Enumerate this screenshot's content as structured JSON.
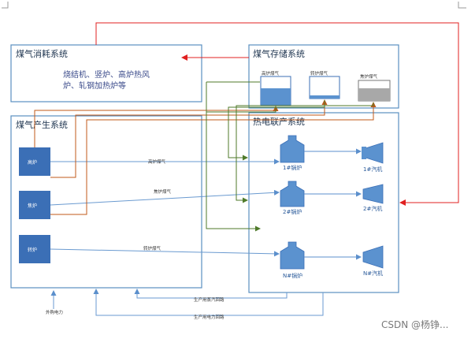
{
  "consume": {
    "title": "煤气消耗系统",
    "line1": "烧结机、竖炉、高炉热风",
    "line2": "炉、轧钢加热炉等"
  },
  "storage": {
    "title": "煤气存储系统",
    "tank1": "高炉煤气",
    "tank2": "转炉煤气",
    "tank3": "焦炉煤气"
  },
  "produce": {
    "title": "煤气产生系统",
    "unit1": "高炉",
    "unit2": "焦炉",
    "unit3": "转炉"
  },
  "chp": {
    "title": "热电联产系统",
    "boiler1": "1#锅炉",
    "boiler2": "2#锅炉",
    "boiler3": "N#锅炉",
    "turbine1": "1#汽机",
    "turbine2": "2#汽机",
    "turbine3": "N#汽机"
  },
  "flows": {
    "gas1": "高炉煤气",
    "gas2": "焦炉煤气",
    "gas3": "转炉煤气",
    "steam": "生产用蒸汽回路",
    "power": "生产用电力回路",
    "external": "外购电力"
  },
  "watermark": "CSDN @杨铮...",
  "colors": {
    "box_border": "#5a8fc0",
    "unit_fill": "#3b6fb6",
    "blue_line": "#6a9ad0",
    "red_line": "#e02020",
    "orange_line": "#c05a1a",
    "green_line": "#4f7a2a",
    "tank_blue": "#5b92cf",
    "tank_gray": "#a8a8a8"
  }
}
